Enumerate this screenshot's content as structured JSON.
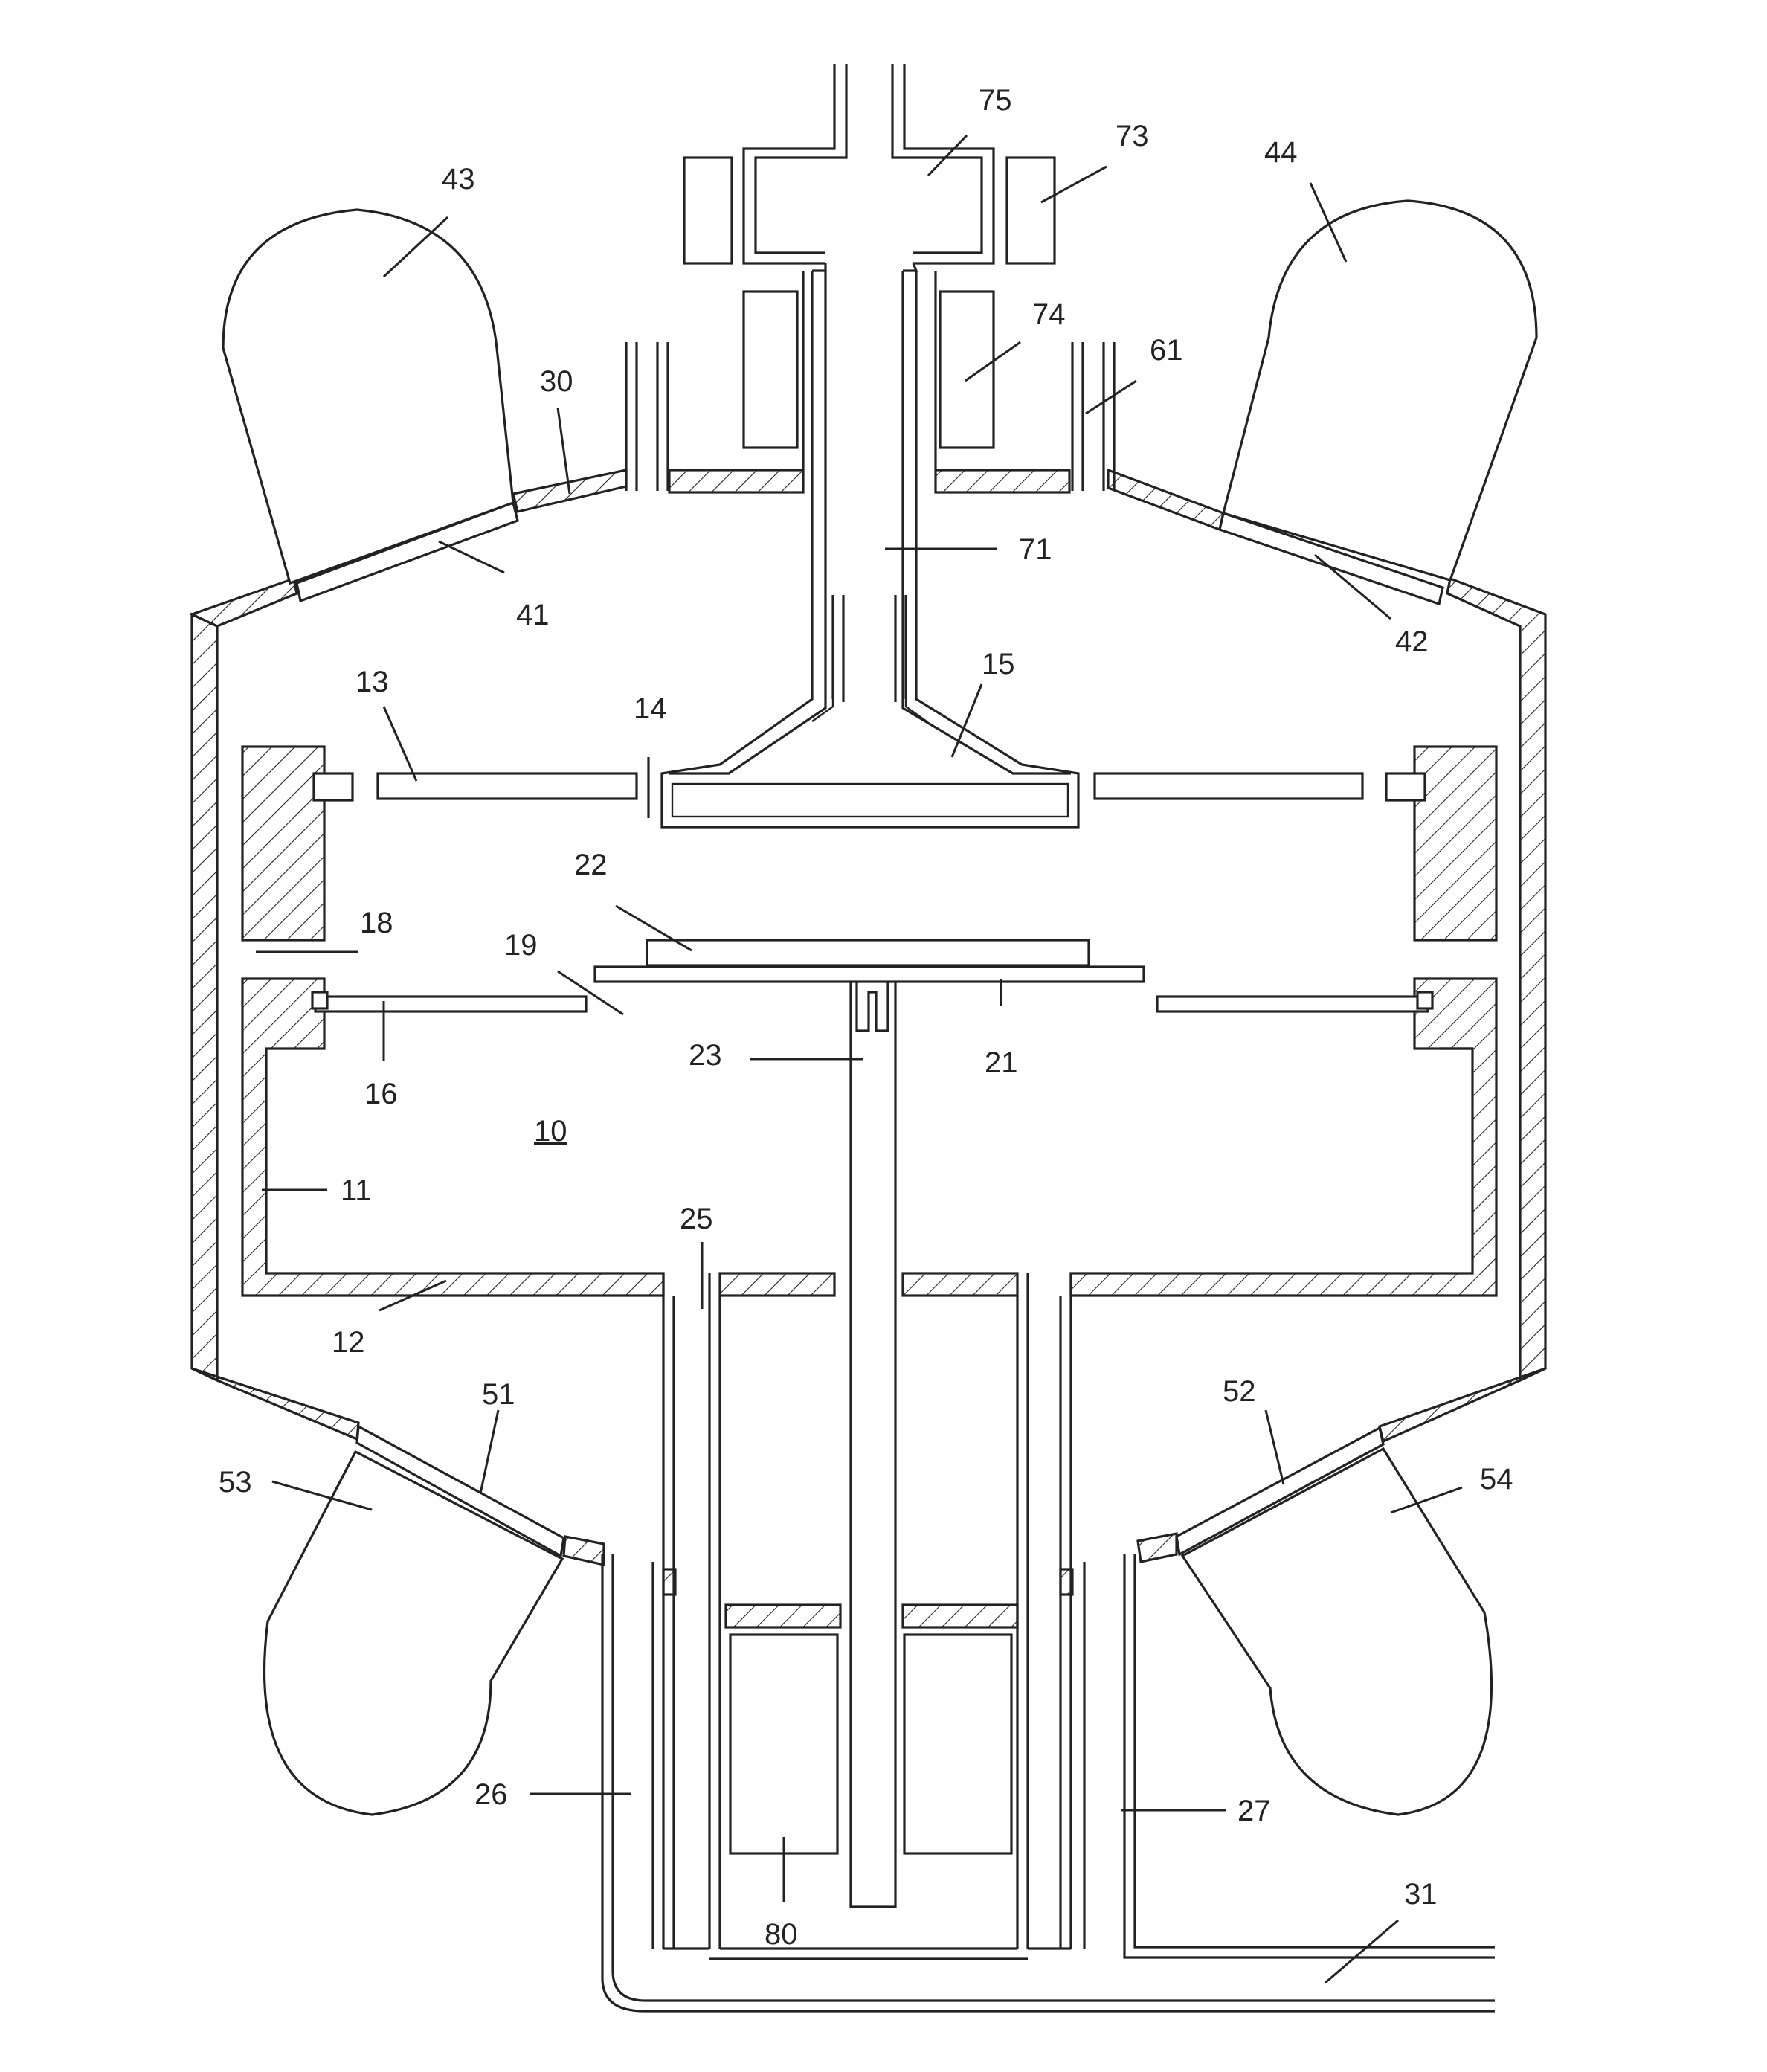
{
  "labels": {
    "l75": "75",
    "l73": "73",
    "l43": "43",
    "l44": "44",
    "l74": "74",
    "l61": "61",
    "l30": "30",
    "l71": "71",
    "l41": "41",
    "l42": "42",
    "l13": "13",
    "l14": "14",
    "l15": "15",
    "l22": "22",
    "l18": "18",
    "l19": "19",
    "l16": "16",
    "l23": "23",
    "l21": "21",
    "l10": "10",
    "l11": "11",
    "l25": "25",
    "l12": "12",
    "l51": "51",
    "l52": "52",
    "l53": "53",
    "l54": "54",
    "l26": "26",
    "l27": "27",
    "l31": "31",
    "l80": "80"
  }
}
